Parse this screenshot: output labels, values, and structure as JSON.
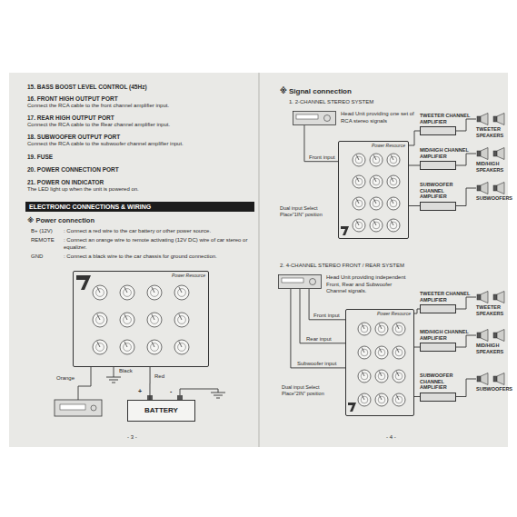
{
  "diagram": {
    "nodes": [
      {
        "text": [
          "ELECTRONIC CONNECTIONS & WIRING"
        ]
      },
      {
        "text": [
          "Power Resource"
        ]
      },
      {
        "text": [
          "BATTERY"
        ]
      },
      {
        "text": [
          "Head Unit providing one set of RCA stereo signals"
        ]
      },
      {
        "text": [
          "Power Resource"
        ]
      },
      {
        "text": [
          "TWEETER CHANNEL AMPLIFIER"
        ]
      },
      {
        "text": [
          "TWEETER SPEAKERS"
        ]
      },
      {
        "text": [
          "MID/HIGH CHANNEL AMPLIFIER"
        ]
      },
      {
        "text": [
          "MID/HIGH SPEAKERS"
        ]
      },
      {
        "text": [
          "SUBWOOFER CHANNEL AMPLIFIER"
        ]
      },
      {
        "text": [
          "SUBWOOFERS"
        ]
      },
      {
        "text": [
          "Head Unit providing independent Front, Rear and Subwoofer Channel signals."
        ]
      },
      {
        "text": [
          "Power Resource"
        ]
      },
      {
        "text": [
          "TWEETER CHANNEL AMPLIFIER"
        ]
      },
      {
        "text": [
          "TWEETER SPEAKERS"
        ]
      },
      {
        "text": [
          "MID/HIGH CHANNEL AMPLIFIER"
        ]
      },
      {
        "text": [
          "MID/HIGH SPEAKERS"
        ]
      },
      {
        "text": [
          "SUBWOOFER CHANNEL AMPLIFIER"
        ]
      },
      {
        "text": [
          "SUBWOOFERS"
        ]
      }
    ],
    "edges": [
      {
        "from": 1,
        "to": 2,
        "label": "Red",
        "arrow": "none"
      },
      {
        "from": 3,
        "to": 4,
        "label": "Front input",
        "arrow": "none"
      },
      {
        "from": 4,
        "to": 5,
        "arrow": "none"
      },
      {
        "from": 5,
        "to": 6,
        "arrow": "none"
      },
      {
        "from": 4,
        "to": 7,
        "arrow": "none"
      },
      {
        "from": 7,
        "to": 8,
        "arrow": "none"
      },
      {
        "from": 4,
        "to": 9,
        "arrow": "none"
      },
      {
        "from": 9,
        "to": 10,
        "arrow": "none"
      },
      {
        "from": 11,
        "to": 12,
        "label": "Front input",
        "arrow": "none"
      },
      {
        "from": 11,
        "to": 12,
        "label": "Rear input",
        "arrow": "none"
      },
      {
        "from": 11,
        "to": 12,
        "label": "Subwoofer input",
        "arrow": "none"
      },
      {
        "from": 12,
        "to": 13,
        "arrow": "none"
      },
      {
        "from": 13,
        "to": 14,
        "arrow": "none"
      },
      {
        "from": 12,
        "to": 15,
        "arrow": "none"
      },
      {
        "from": 15,
        "to": 16,
        "arrow": "none"
      },
      {
        "from": 12,
        "to": 17,
        "arrow": "none"
      },
      {
        "from": 17,
        "to": 18,
        "arrow": "none"
      }
    ],
    "labels": [
      "15. BASS BOOST LEVEL CONTROL (45Hz)",
      "16. FRONT HIGH OUTPUT PORT",
      "Connect the RCA cable to the front channel amplifier input.",
      "17. REAR HIGH OUTPUT PORT",
      "Connect the RCA cable to the Rear channel amplifier input.",
      "18. SUBWOOFER OUTPUT PORT",
      "Connect the RCA cable to the subwoofer channel amplifier input.",
      "19. FUSE",
      "20. POWER CONNECTION PORT",
      "21. POWER ON INDICATOR",
      "The LED light up when the unit is powered on.",
      "※ Power connection",
      "B+ (12V)",
      ": Connect a red wire to the car battery or other power source.",
      "REMOTE",
      ": Connect an orange wire to remote activating (12V DC) wire of car stereo or equalizer.",
      "GND",
      ": Connect a black wire to the car chassis for ground connection.",
      "Black",
      "Orange",
      "+",
      "-",
      "- 3 -",
      "※ Signal connection",
      "1. 2-CHANNEL STEREO SYSTEM",
      "Dual input Select Place\"1IN\" position",
      "2. 4-CHANNEL STEREO FRONT / REAR SYSTEM",
      "Dual input Select Place\"2IN\" position",
      "- 4 -"
    ]
  }
}
